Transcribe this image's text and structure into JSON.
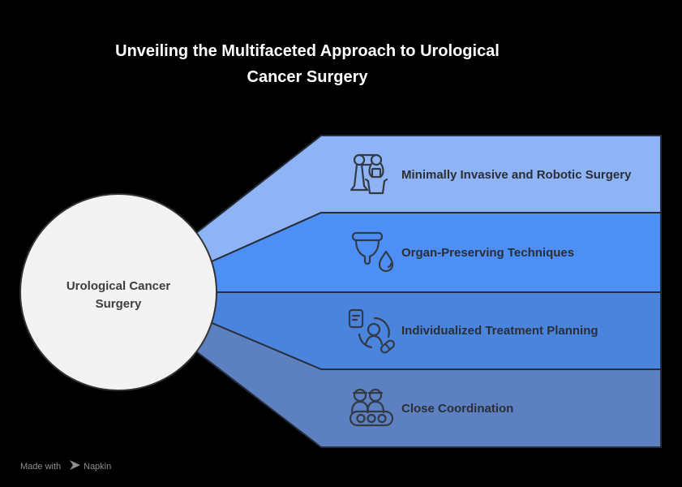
{
  "title": {
    "line1": "Unveiling the Multifaceted Approach to Urological",
    "line2": "Cancer Surgery"
  },
  "center_node": {
    "line1": "Urological Cancer",
    "line2": "Surgery",
    "fill": "#f3f3f4",
    "text_color": "#3d3d3d"
  },
  "bands": [
    {
      "label": "Minimally Invasive and Robotic Surgery",
      "icon": "robotic-surgery-arm-icon",
      "color": "#8eb4f6"
    },
    {
      "label": "Organ-Preserving Techniques",
      "icon": "organ-cup-droplet-icon",
      "color": "#4d8ff4"
    },
    {
      "label": "Individualized Treatment Planning",
      "icon": "treatment-plan-person-pill-icon",
      "color": "#4b84dc"
    },
    {
      "label": "Close Coordination",
      "icon": "surgical-team-icon",
      "color": "#5d80c0"
    }
  ],
  "watermark": {
    "prefix": "Made with",
    "brand": "Napkin"
  },
  "colors": {
    "background": "#000000",
    "band_border": "#272d3a",
    "band_text": "#2b2e35",
    "icon_stroke": "#333a45",
    "title_text": "#ffffff",
    "watermark_text": "#8f8f8f"
  }
}
